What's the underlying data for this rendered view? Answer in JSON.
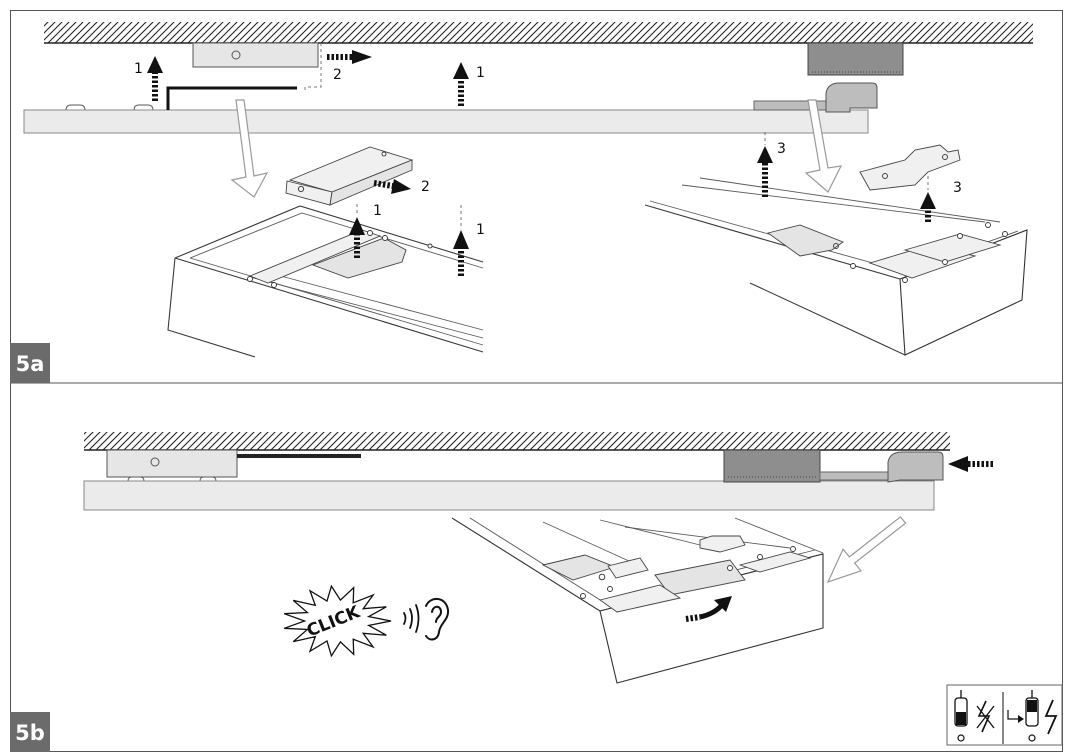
{
  "panel_a": {
    "label": "5a",
    "step_labels": [
      "1",
      "2",
      "1",
      "2",
      "1",
      "1",
      "3",
      "3"
    ]
  },
  "panel_b": {
    "label": "5b",
    "click_text": "CLICK"
  },
  "colors": {
    "label_bg": "#6b6b6b",
    "ceiling_block": "#8e8e8e",
    "luminaire_profile": "#ebebeb",
    "bracket": "#bdbdbd"
  },
  "icons": [
    "arrow-up-icon",
    "arrow-right-icon",
    "arrow-left-icon",
    "outline-arrow-icon",
    "click-starburst-icon",
    "sound-waves-icon",
    "ear-icon",
    "power-sequence-icon"
  ]
}
